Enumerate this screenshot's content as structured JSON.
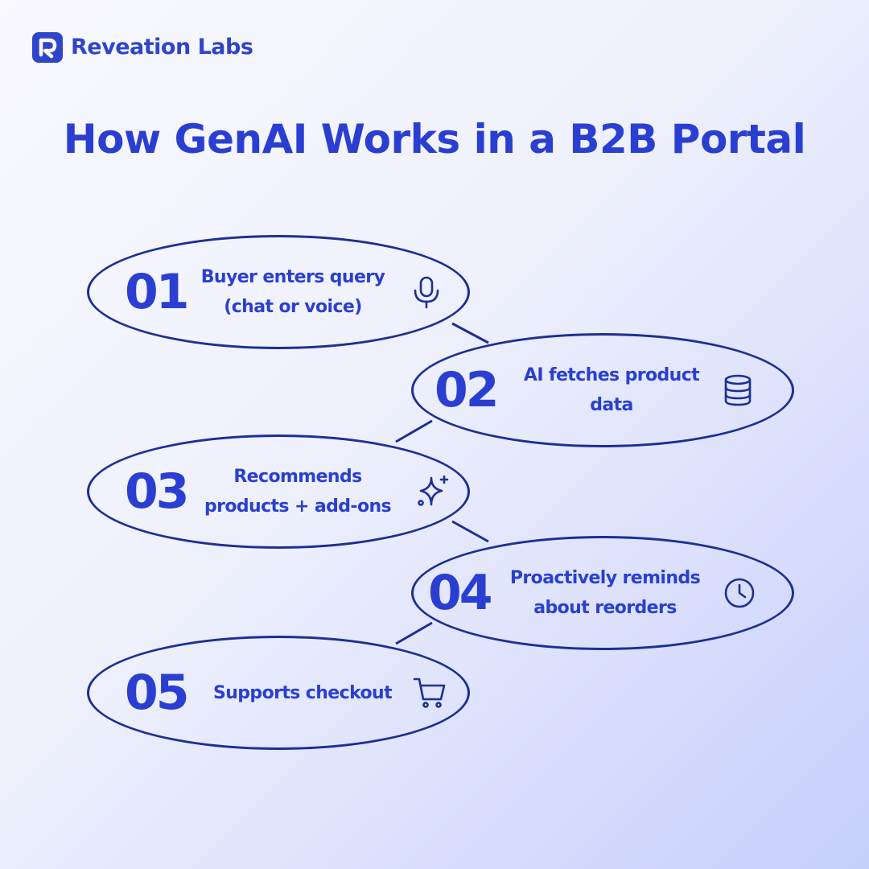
{
  "brand": {
    "name": "Reveation Labs"
  },
  "title": "How GenAI Works in a B2B Portal",
  "colors": {
    "accent": "#2a3fd1",
    "outline": "#1c2f94",
    "icon": "#1c2f94"
  },
  "steps": [
    {
      "number": "01",
      "label": "Buyer enters query (chat or voice)",
      "icon": "microphone-icon"
    },
    {
      "number": "02",
      "label": "AI fetches product data",
      "icon": "database-icon"
    },
    {
      "number": "03",
      "label": "Recommends products + add-ons",
      "icon": "sparkle-icon"
    },
    {
      "number": "04",
      "label": "Proactively reminds about reorders",
      "icon": "clock-icon"
    },
    {
      "number": "05",
      "label": "Supports checkout",
      "icon": "cart-icon"
    }
  ]
}
